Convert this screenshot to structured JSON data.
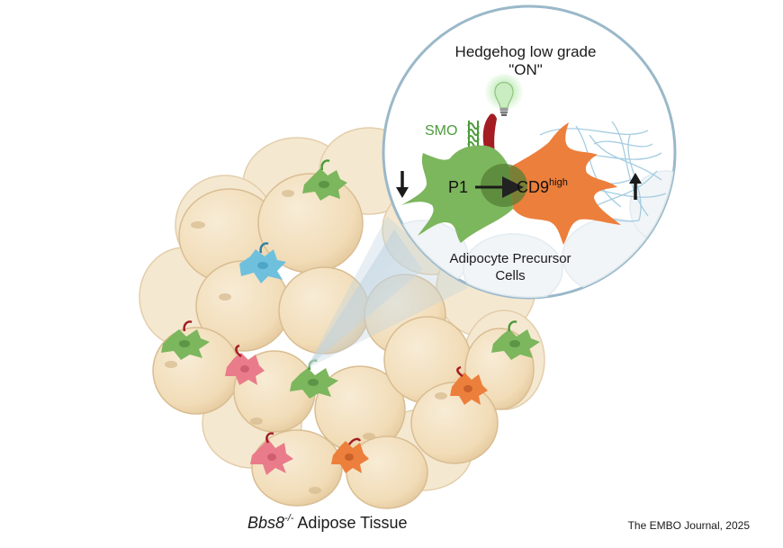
{
  "diagram": {
    "zoom_title_line1": "Hedgehog low grade",
    "zoom_title_line2": "\"ON\"",
    "receptor_label": "SMO",
    "precursor_from": "P1",
    "precursor_to": "CD9",
    "precursor_to_superscript": "high",
    "cell_group_label_line1": "Adipocyte Precursor",
    "cell_group_label_line2": "Cells",
    "tissue_genotype": "Bbs8",
    "tissue_genotype_superscript": "-/-",
    "tissue_label": " Adipose Tissue",
    "citation": "The EMBO Journal, 2025",
    "down_arrow_symbol": "down-arrow-icon",
    "up_arrow_symbol": "up-arrow-icon",
    "lightbulb_symbol": "lightbulb-icon"
  },
  "colors": {
    "background": "#ffffff",
    "adipocyte_fill": "#f3e1bf",
    "adipocyte_stroke": "#d8be94",
    "p1_green": "#7cb65d",
    "cd9_orange": "#ec7f3b",
    "smo_red": "#a31d22",
    "smo_green": "#4c9b3a",
    "precursor_blue": "#6fc0dd",
    "precursor_pink": "#e97b8a",
    "zoom_circle_stroke": "#9ab8c9",
    "fiber_blue": "#9cc8de",
    "cone_fill": "#c9dbe6"
  }
}
